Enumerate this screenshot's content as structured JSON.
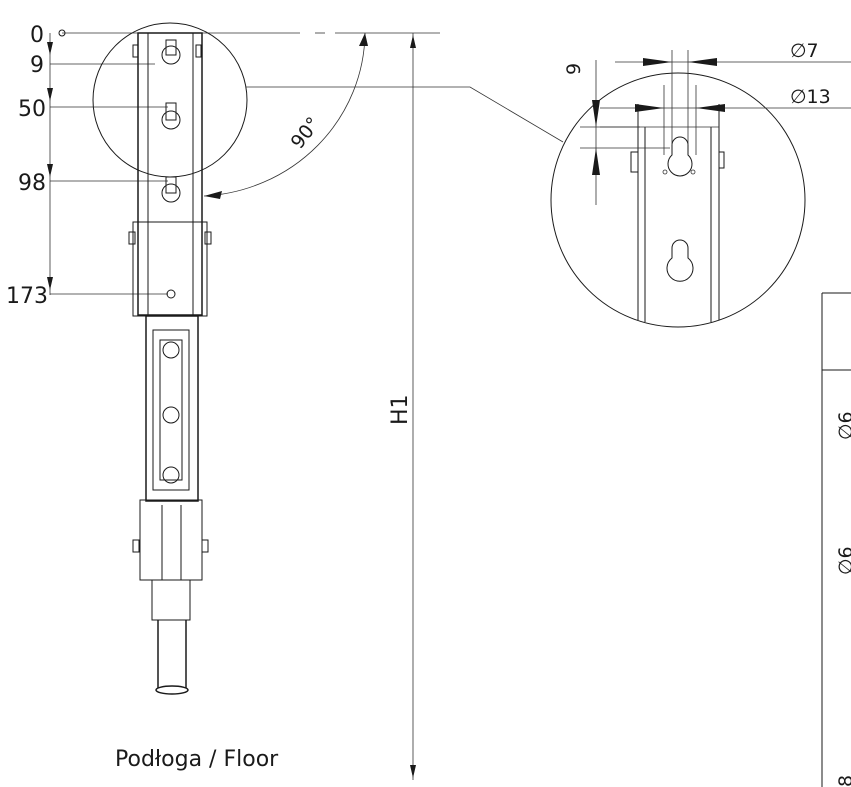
{
  "origin_label": "0",
  "hole_offsets": [
    {
      "label": "9"
    },
    {
      "label": "50"
    },
    {
      "label": "98"
    },
    {
      "label": "173"
    }
  ],
  "angle_label": "90°",
  "height_label": "H1",
  "floor_label": "Podłoga / Floor",
  "detail": {
    "slot_width_label": "9",
    "small_diameter_label": "∅7",
    "large_diameter_label": "∅13"
  },
  "side_table": {
    "row1_label": "∅6",
    "row2_label": "∅6",
    "bottom_label": "8"
  }
}
